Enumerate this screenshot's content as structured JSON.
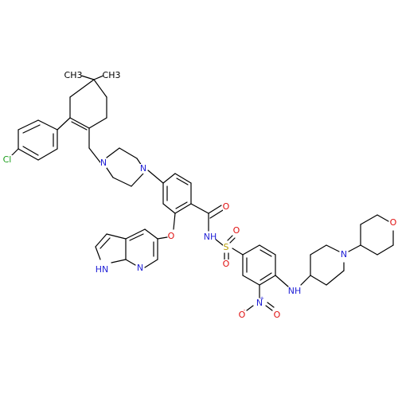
{
  "molecule": {
    "colors": {
      "carbon": "#000000",
      "nitrogen": "#1f1fd6",
      "oxygen": "#e01010",
      "sulfur": "#b59a00",
      "chlorine": "#1a9e1a"
    },
    "atoms": [
      {
        "id": "me1",
        "label": "CH3",
        "element": "C"
      },
      {
        "id": "me2",
        "label": "CH3",
        "element": "C"
      },
      {
        "id": "cl",
        "label": "Cl",
        "element": "Cl"
      },
      {
        "id": "n1",
        "label": "N",
        "element": "N"
      },
      {
        "id": "n2",
        "label": "N",
        "element": "N"
      },
      {
        "id": "o_amide",
        "label": "O",
        "element": "O"
      },
      {
        "id": "o_ether",
        "label": "O",
        "element": "O"
      },
      {
        "id": "nh_amide",
        "label": "NH",
        "element": "N"
      },
      {
        "id": "s",
        "label": "S",
        "element": "S"
      },
      {
        "id": "so1",
        "label": "O",
        "element": "O"
      },
      {
        "id": "so2",
        "label": "O",
        "element": "O"
      },
      {
        "id": "hn_pyrrole",
        "label": "HN",
        "element": "N"
      },
      {
        "id": "n_pyridine",
        "label": "N",
        "element": "N"
      },
      {
        "id": "nh_aniline",
        "label": "NH",
        "element": "N"
      },
      {
        "id": "n_piperidine",
        "label": "N",
        "element": "N"
      },
      {
        "id": "o_pyran",
        "label": "O",
        "element": "O"
      },
      {
        "id": "n_nitro",
        "label": "N",
        "element": "N",
        "charge": "+"
      },
      {
        "id": "o_nitro1",
        "label": "O",
        "element": "O",
        "charge": "-"
      },
      {
        "id": "o_nitro2",
        "label": "O",
        "element": "O"
      }
    ]
  }
}
